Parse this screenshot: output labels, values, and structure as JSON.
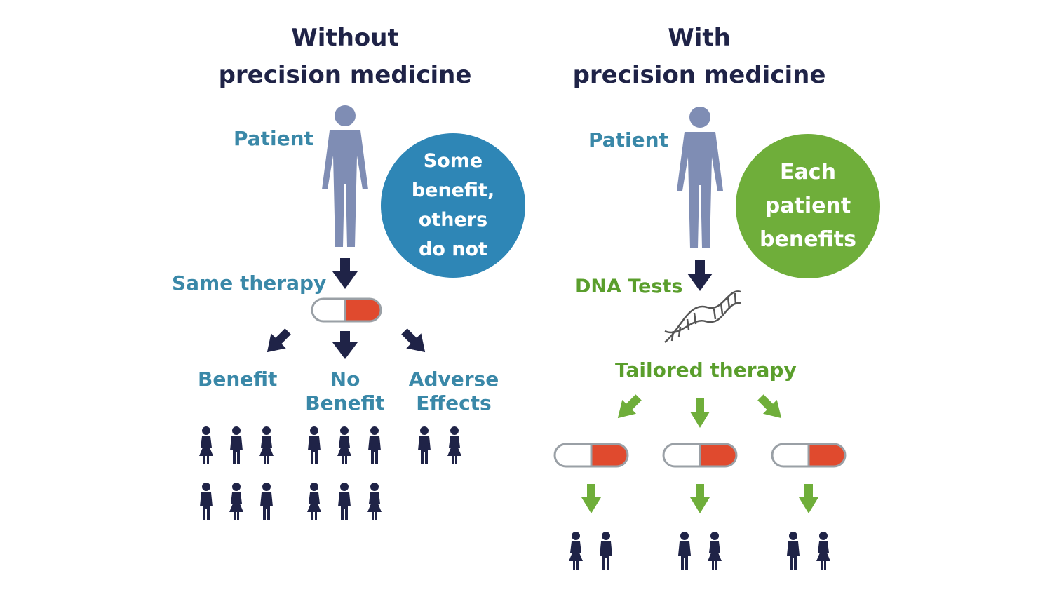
{
  "left": {
    "title_line1": "Without",
    "title_line2": "precision medicine",
    "patient_label": "Patient",
    "bubble_lines": [
      "Some",
      "benefit,",
      "others",
      "do not"
    ],
    "therapy_label": "Same therapy",
    "outcome_benefit": "Benefit",
    "outcome_no_benefit_line1": "No",
    "outcome_no_benefit_line2": "Benefit",
    "outcome_adverse_line1": "Adverse",
    "outcome_adverse_line2": "Effects"
  },
  "right": {
    "title_line1": "With",
    "title_line2": "precision medicine",
    "patient_label": "Patient",
    "bubble_lines": [
      "Each",
      "patient",
      "benefits"
    ],
    "test_label": "DNA Tests",
    "therapy_label": "Tailored therapy"
  },
  "colors": {
    "title": "#1f2347",
    "teal_label": "#3a88a8",
    "green_label": "#5a9e2c",
    "blue_bubble": "#2e86b6",
    "green_bubble": "#6fae3a",
    "patient_figure": "#7f8db4",
    "arrow_dark": "#1f2347",
    "arrow_green": "#6fae3a",
    "pill_red": "#e04a2e",
    "person_icon": "#1f2347"
  },
  "icons": [
    "patient-figure-icon",
    "down-arrow-icon",
    "pill-capsule-icon",
    "dna-helix-icon",
    "person-icon"
  ]
}
